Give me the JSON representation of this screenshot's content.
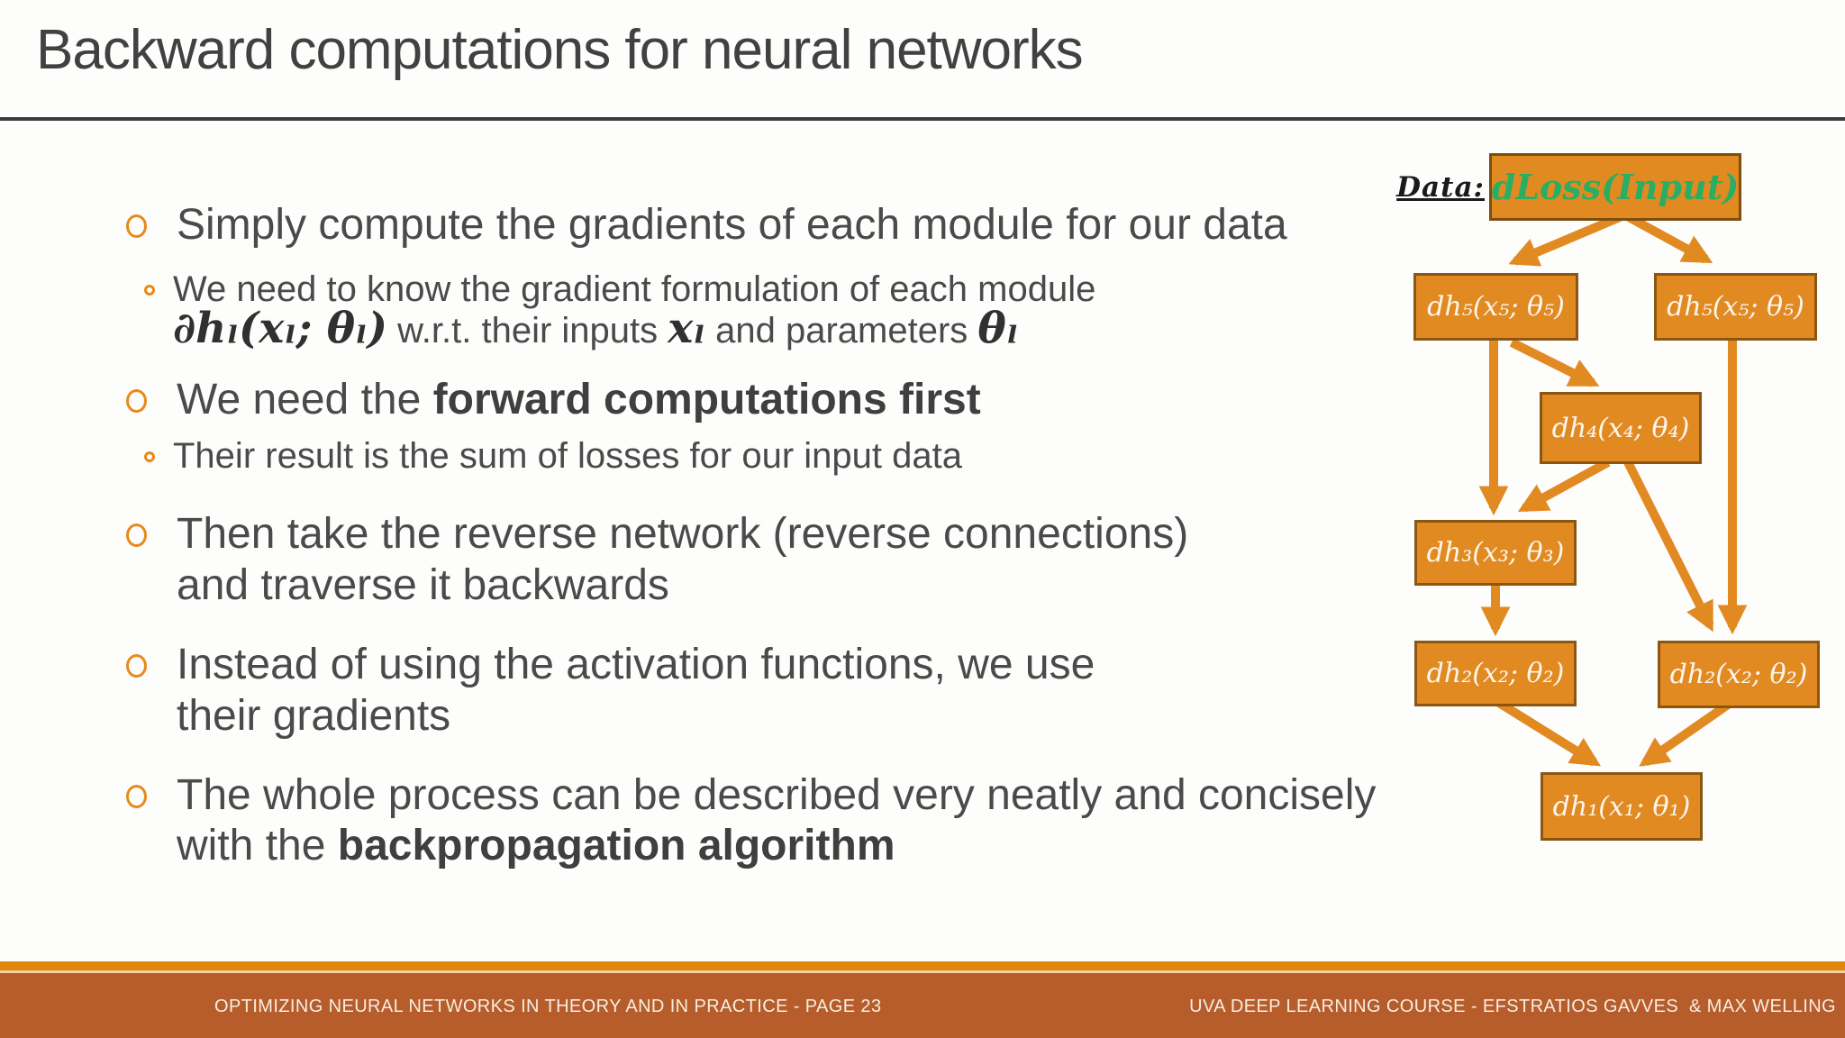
{
  "title": "Backward computations for neural networks",
  "content": {
    "b1": "Simply compute the gradients of each module for our data",
    "b1_sub_line1": "We need to know the gradient formulation of each module",
    "b1_sub_line2": {
      "math1": "∂hₗ(xₗ; θₗ)",
      "text1": " w.r.t. their inputs ",
      "math2": "xₗ",
      "text2": " and parameters ",
      "math3": "θₗ"
    },
    "b2": {
      "pre": "We need the ",
      "bold": "forward computations first"
    },
    "b2_sub": "Their result is the sum of losses for our input data",
    "b3_line1": "Then take the reverse network (reverse connections)",
    "b3_line2": "and traverse it backwards",
    "b4_line1": "Instead of using the activation functions, we use",
    "b4_line2": "their gradients",
    "b5_line1": "The whole process can be described very neatly and concisely",
    "b5_line2": {
      "pre": "with the ",
      "bold": "backpropagation algorithm"
    }
  },
  "diagram": {
    "data_label": "Data:",
    "nodes": {
      "dloss": "dLoss(Input)",
      "dh5_left": "dh₅(x₅; θ₅)",
      "dh5_right": "dh₅(x₅; θ₅)",
      "dh4": "dh₄(x₄; θ₄)",
      "dh3": "dh₃(x₃; θ₃)",
      "dh2_left": "dh₂(x₂; θ₂)",
      "dh2_right": "dh₂(x₂; θ₂)",
      "dh1": "dh₁(x₁; θ₁)"
    },
    "colors": {
      "node_fill": "#E28A22",
      "node_border": "#8C5612",
      "arrow": "#E28A22",
      "dloss_text": "#2BAE63"
    }
  },
  "footer": {
    "left": "OPTIMIZING NEURAL NETWORKS IN THEORY AND IN PRACTICE - PAGE 23",
    "right": "UVA DEEP LEARNING COURSE - EFSTRATIOS GAVVES  & MAX WELLING",
    "bar_color": "#B75C2B",
    "stripe_color": "#E1860D"
  },
  "colors": {
    "accent_orange": "#E8891B",
    "body_text": "#4A4A4A",
    "title_text": "#414141"
  }
}
